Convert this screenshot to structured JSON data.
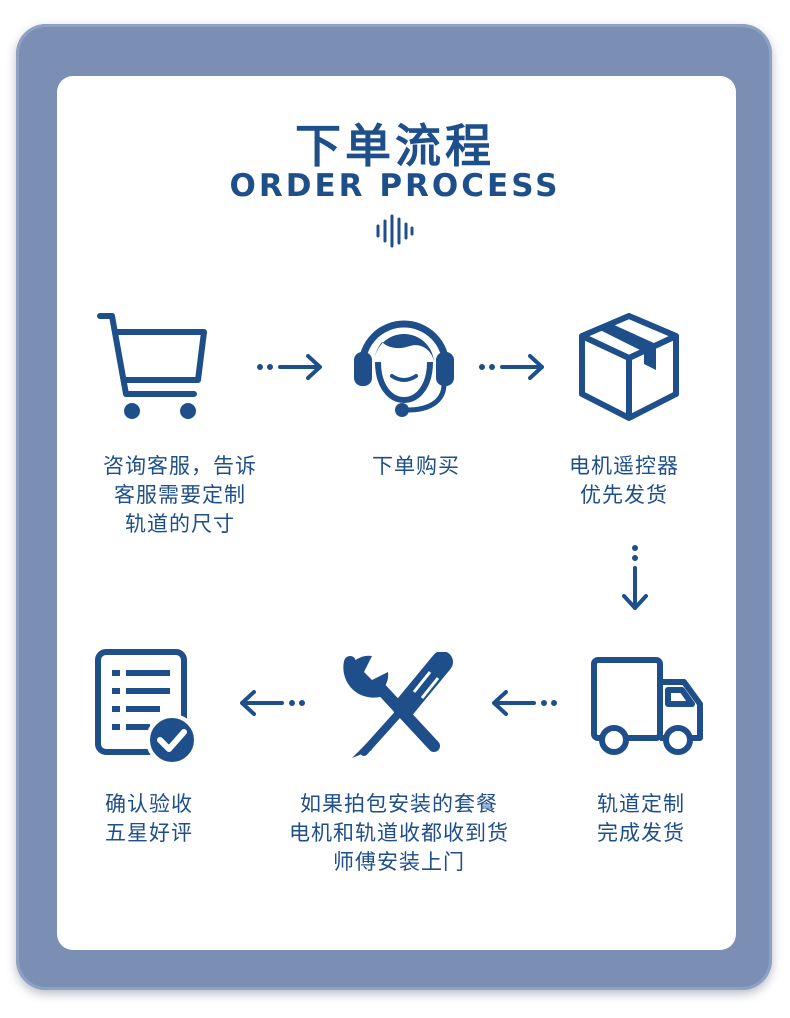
{
  "title": "下单流程",
  "subtitle": "ORDER PROCESS",
  "colors": {
    "primary": "#1f4f8a",
    "frame": "#7b8fb5",
    "background": "#ffffff"
  },
  "steps": [
    {
      "icon": "shopping-cart-icon",
      "lines": [
        "咨询客服，告诉",
        "客服需要定制",
        "轨道的尺寸"
      ]
    },
    {
      "icon": "customer-service-headset-icon",
      "lines": [
        "下单购买"
      ]
    },
    {
      "icon": "package-box-icon",
      "lines": [
        "电机遥控器",
        "优先发货"
      ]
    },
    {
      "icon": "delivery-truck-icon",
      "lines": [
        "轨道定制",
        "完成发货"
      ]
    },
    {
      "icon": "wrench-screwdriver-icon",
      "lines": [
        "如果拍包安装的套餐",
        "电机和轨道收都收到货",
        "师傅安装上门"
      ]
    },
    {
      "icon": "checklist-document-icon",
      "lines": [
        "确认验收",
        "五星好评"
      ]
    }
  ]
}
